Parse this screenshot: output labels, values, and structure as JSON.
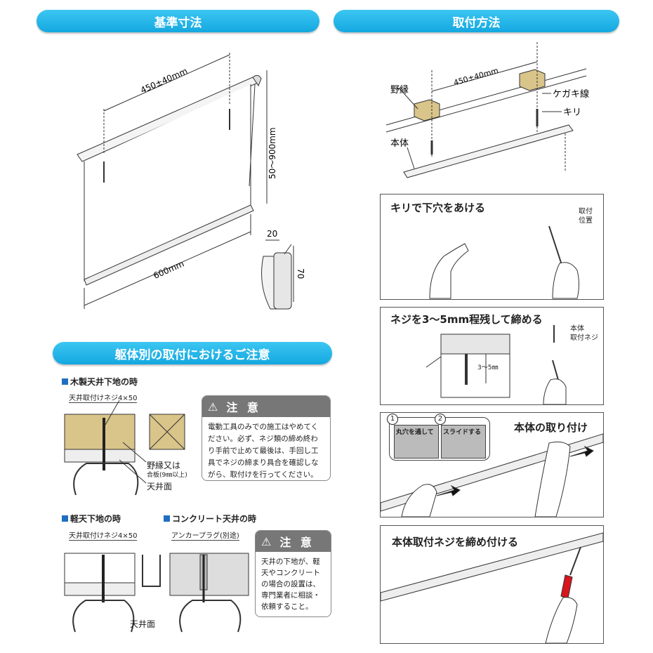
{
  "headers": {
    "dimensions": "基準寸法",
    "install_method": "取付方法",
    "structure_notes": "躯体別の取付におけるご注意"
  },
  "dimensions": {
    "bracket_spacing": "450±40mm",
    "drop": "50～900mm",
    "width": "600mm",
    "bracket_depth": "20",
    "bracket_height": "70"
  },
  "install_diagram": {
    "spacing": "450±40mm",
    "label_joist": "野縁",
    "label_marking": "ケガキ線",
    "label_drill": "キリ",
    "label_body": "本体"
  },
  "steps": [
    {
      "title": "キリで下穴をあける",
      "note": "取付\n位置"
    },
    {
      "title": "ネジを3～5mm程残して締める",
      "note": "本体\n取付ネジ",
      "gap": "3～5㎜"
    },
    {
      "title": "本体の取り付け",
      "sub1": "丸穴を通して",
      "sub2": "スライドする",
      "n1": "1",
      "n2": "2"
    },
    {
      "title": "本体取付ネジを締め付ける"
    }
  ],
  "wood": {
    "heading": "木製天井下地の時",
    "screw": "天井取付けネジ4×50",
    "joist": "野縁又は",
    "joist_sub": "合板(9㎜以上)",
    "ceiling": "天井面"
  },
  "caution1": {
    "title": "注 意",
    "body": "電動工具のみでの施工はやめてください。必ず、ネジ類の締め終わり手前で止めて最後は、手回し工具でネジの締まり具合を確認しながら、取付けを行ってください。"
  },
  "light_steel": {
    "heading": "軽天下地の時",
    "screw": "天井取付けネジ4×50",
    "ceiling": "天井面"
  },
  "concrete": {
    "heading": "コンクリート天井の時",
    "anchor": "アンカープラグ(別途)"
  },
  "caution2": {
    "title": "注 意",
    "body": "天井の下地が、軽天やコンクリートの場合の設置は、専門業者に相談・依頼すること。"
  },
  "colors": {
    "header_blue": "#1fb3e8",
    "wood": "#d9c48a",
    "caution_gray": "#777777",
    "screwdriver_red": "#d8141c"
  }
}
